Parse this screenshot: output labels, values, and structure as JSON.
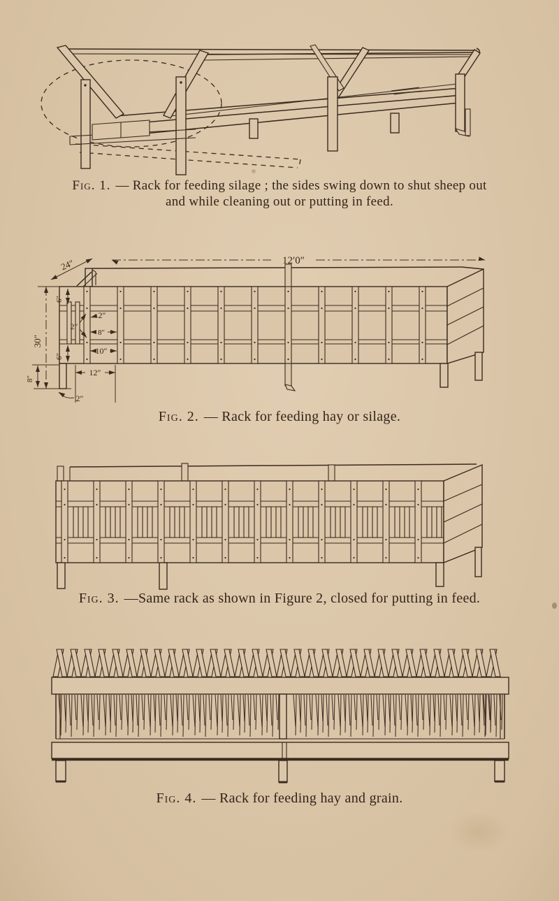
{
  "page": {
    "paper_color": "#dbc6a9",
    "ink_color": "#3a2b1f"
  },
  "figures": [
    {
      "name": "figure-1",
      "caption_label": "Fig. 1.",
      "caption_text": "— Rack for feeding silage ; the sides swing down to shut sheep out",
      "caption_line2": "and while cleaning out or putting in feed."
    },
    {
      "name": "figure-2",
      "caption_label": "Fig. 2.",
      "caption_text": "— Rack for feeding hay or silage."
    },
    {
      "name": "figure-3",
      "caption_label": "Fig. 3.",
      "caption_text": "—Same rack as shown in Figure 2, closed for putting in feed."
    },
    {
      "name": "figure-4",
      "caption_label": "Fig. 4.",
      "caption_text": "— Rack for feeding hay and grain."
    }
  ],
  "fig2_dimensions": {
    "length": "12′0″",
    "depth": "24″",
    "height": "30″",
    "top_board": "6″",
    "post_width": "2″",
    "slat_width": "2″",
    "opening_8": "8″",
    "opening_10": "10″",
    "spacing_12": "12″",
    "bottom_board": "6″",
    "leg_8": "8″",
    "leg_2": "2″"
  }
}
